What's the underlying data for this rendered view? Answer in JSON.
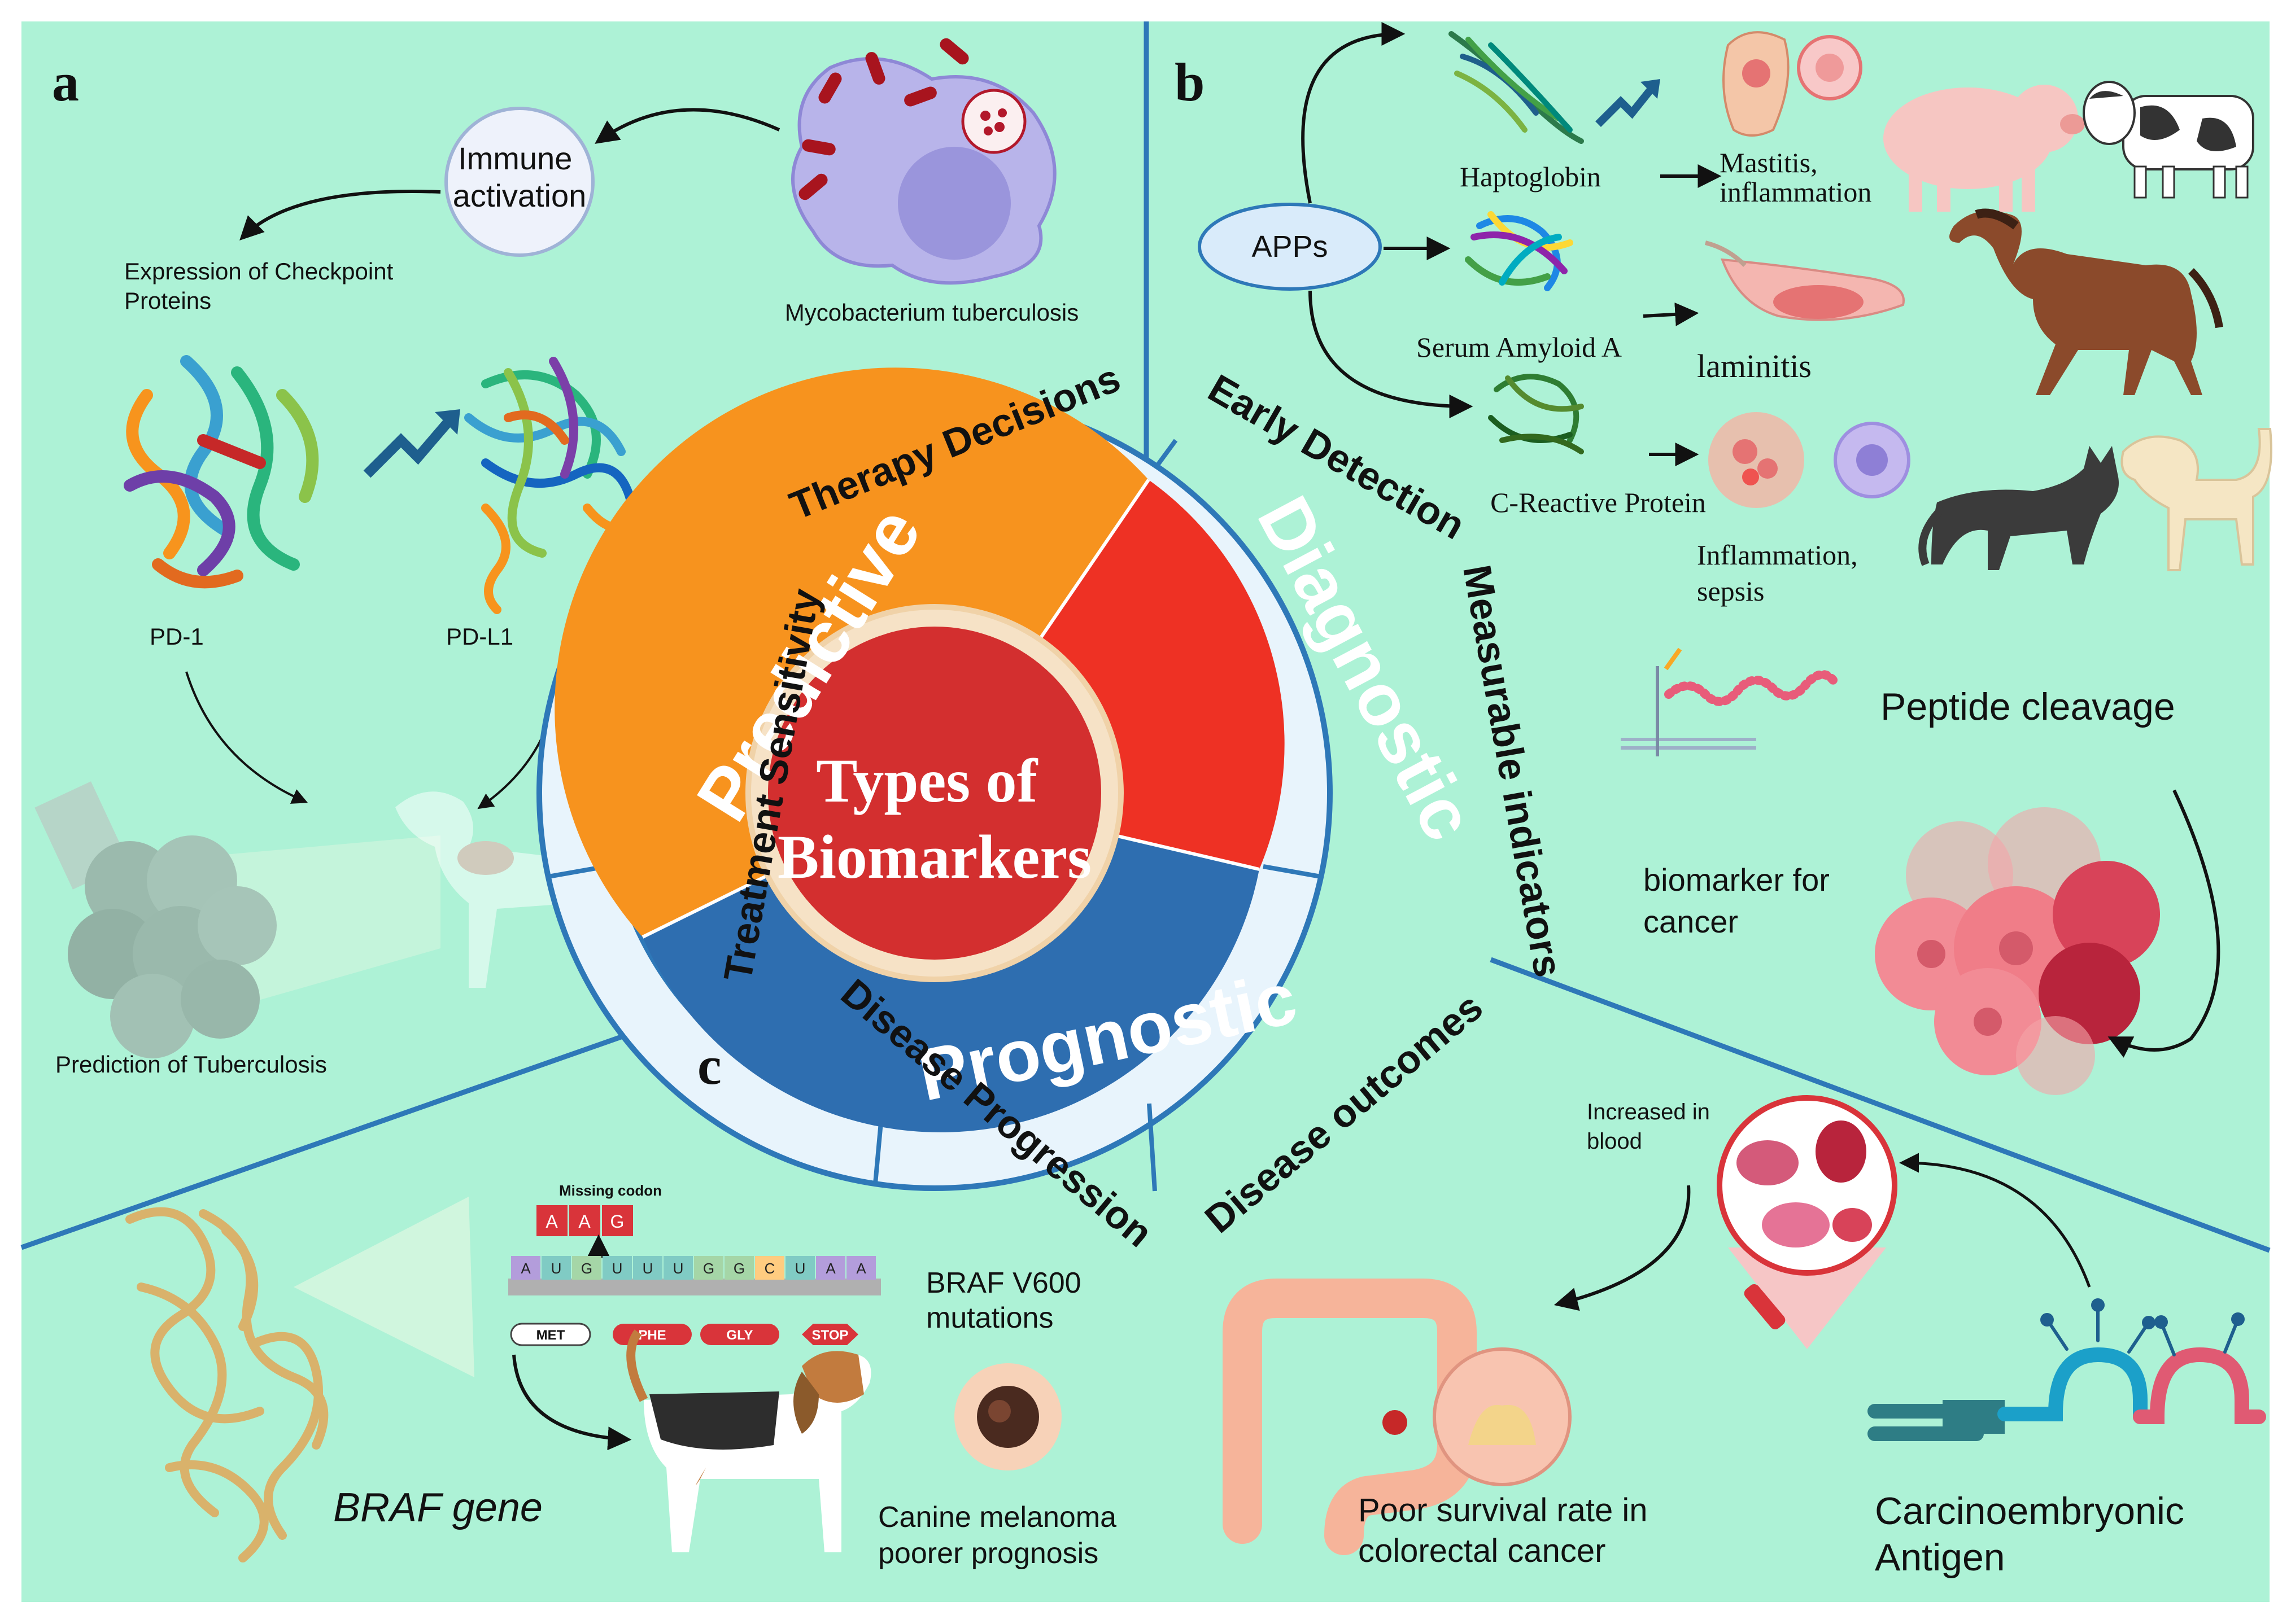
{
  "panels": {
    "a": {
      "letter": "a",
      "immune_activation": [
        "Immune",
        "activation"
      ],
      "expression_checkpoint": [
        "Expression of Checkpoint",
        "Proteins"
      ],
      "mycobacterium": "Mycobacterium tuberculosis",
      "pd1": "PD-1",
      "pdl1": "PD-L1",
      "prediction": "Prediction of Tuberculosis"
    },
    "b": {
      "letter": "b",
      "apps": "APPs",
      "haptoglobin": "Haptoglobin",
      "serum_amyloid": "Serum Amyloid A",
      "crp": "C-Reactive Protein",
      "mastitis": [
        "Mastitis,",
        "inflammation"
      ],
      "laminitis": "laminitis",
      "inflammation_sepsis": [
        "Inflammation,",
        "sepsis"
      ],
      "peptide_cleavage": "Peptide cleavage",
      "biomarker_cancer": [
        "biomarker for",
        "cancer"
      ]
    },
    "c": {
      "letter": "c",
      "missing_codon": "Missing codon",
      "codon_letters": [
        "A",
        "A",
        "G"
      ],
      "sequence": [
        "A",
        "U",
        "G",
        "U",
        "U",
        "U",
        "G",
        "G",
        "C",
        "U",
        "A",
        "A"
      ],
      "amino_acids": [
        "MET",
        "PHE",
        "GLY",
        "STOP"
      ],
      "braf_v600": [
        "BRAF V600",
        "mutations"
      ],
      "braf_gene": "BRAF gene",
      "canine_melanoma": [
        "Canine melanoma",
        "poorer prognosis"
      ],
      "increased_blood": [
        "Increased in",
        "blood"
      ],
      "poor_survival": [
        "Poor survival rate in",
        "colorectal cancer"
      ],
      "cea": [
        "Carcinoembryonic",
        "Antigen"
      ]
    }
  },
  "wheel": {
    "center": [
      "Types of",
      "Biomarkers"
    ],
    "segments": [
      {
        "label": "Predictive",
        "color": "#f7931e"
      },
      {
        "label": "Diagnostic",
        "color": "#ee3124"
      },
      {
        "label": "Prognostic",
        "color": "#2e6eb0"
      }
    ],
    "ring": [
      "Therapy Decisions",
      "Early Detection",
      "Measurable indicators",
      "Disease outcomes",
      "Disease Progression",
      "Treatment Sensitivity"
    ]
  },
  "colors": {
    "background": "#adf2d6",
    "divider": "#2e78b8",
    "center": "#d32f2f",
    "ring_fill": "#e8f4fc"
  }
}
